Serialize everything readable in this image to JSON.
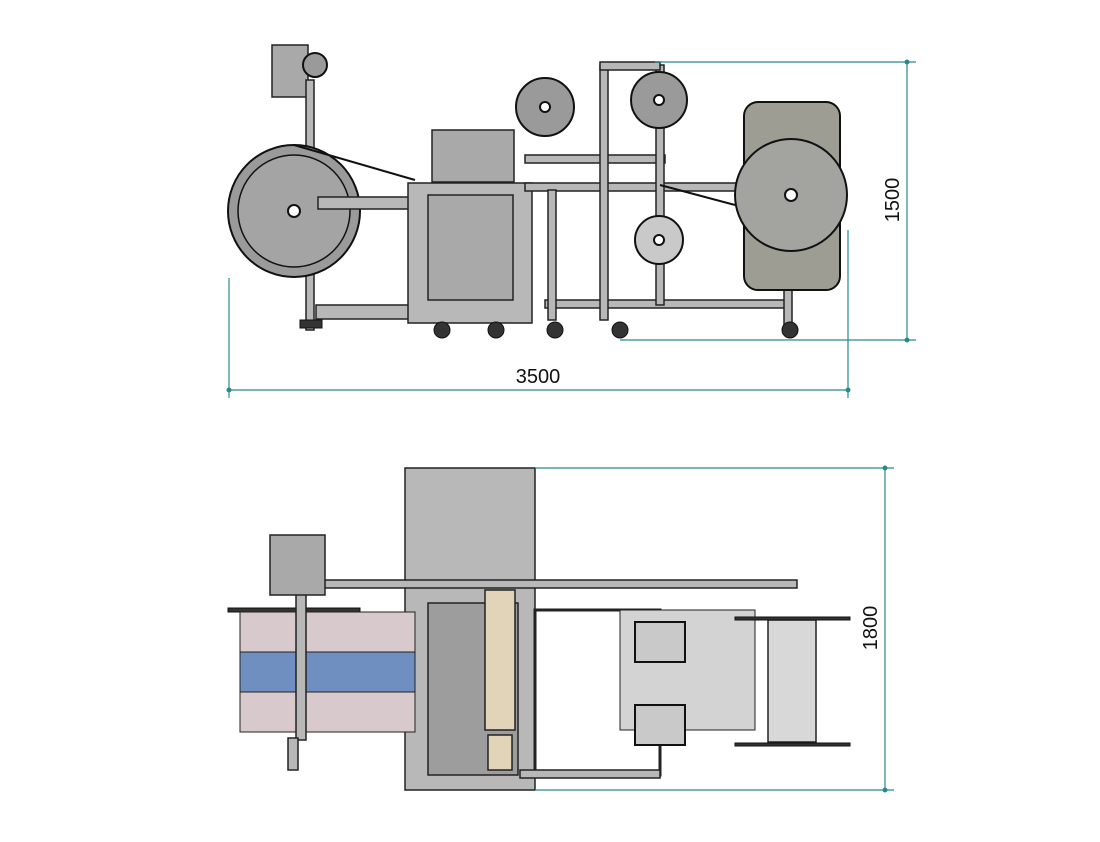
{
  "drawing": {
    "side_view": {
      "width_label": "3500",
      "height_label": "1500"
    },
    "top_view": {
      "depth_label": "1800"
    },
    "colors": {
      "dimension_line": "#2a8a8a",
      "machine_frame": "#b8b8b8",
      "outline": "#222222"
    }
  }
}
